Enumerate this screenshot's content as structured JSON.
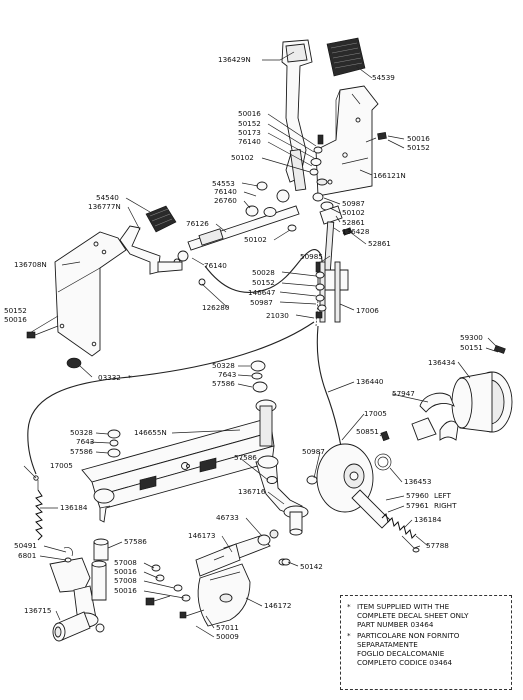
{
  "callouts": [
    {
      "id": "c136429N",
      "text": "136429N"
    },
    {
      "id": "c54539",
      "text": "54539"
    },
    {
      "id": "c50016a",
      "text": "50016"
    },
    {
      "id": "c50152a",
      "text": "50152"
    },
    {
      "id": "c50173",
      "text": "50173"
    },
    {
      "id": "c76140a",
      "text": "76140"
    },
    {
      "id": "c50102a",
      "text": "50102"
    },
    {
      "id": "c50016b",
      "text": "50016"
    },
    {
      "id": "c50152b",
      "text": "50152"
    },
    {
      "id": "c166121N",
      "text": "166121N"
    },
    {
      "id": "c54553",
      "text": "54553"
    },
    {
      "id": "c76140b",
      "text": "76140"
    },
    {
      "id": "c26760",
      "text": "26760"
    },
    {
      "id": "c54540",
      "text": "54540"
    },
    {
      "id": "c136777N",
      "text": "136777N"
    },
    {
      "id": "c76126",
      "text": "76126"
    },
    {
      "id": "c50987a",
      "text": "50987"
    },
    {
      "id": "c50102b",
      "text": "50102"
    },
    {
      "id": "c52861a",
      "text": "52861"
    },
    {
      "id": "c136428",
      "text": "136428"
    },
    {
      "id": "c52861b",
      "text": "52861"
    },
    {
      "id": "c50102c",
      "text": "50102"
    },
    {
      "id": "c136708N",
      "text": "136708N"
    },
    {
      "id": "c76140c",
      "text": "76140"
    },
    {
      "id": "c50985",
      "text": "50985"
    },
    {
      "id": "c50028",
      "text": "50028"
    },
    {
      "id": "c50152c",
      "text": "50152"
    },
    {
      "id": "c146647",
      "text": "146647"
    },
    {
      "id": "c50987b",
      "text": "50987"
    },
    {
      "id": "c126280",
      "text": "126280"
    },
    {
      "id": "c17006",
      "text": "17006"
    },
    {
      "id": "c21030",
      "text": "21030"
    },
    {
      "id": "c50152d",
      "text": "50152"
    },
    {
      "id": "c50016c",
      "text": "50016"
    },
    {
      "id": "c03332",
      "text": "03332"
    },
    {
      "id": "c59300",
      "text": "59300"
    },
    {
      "id": "c50151",
      "text": "50151"
    },
    {
      "id": "c136434",
      "text": "136434"
    },
    {
      "id": "c50328a",
      "text": "50328"
    },
    {
      "id": "c7643a",
      "text": "7643"
    },
    {
      "id": "c57586a",
      "text": "57586"
    },
    {
      "id": "c136440",
      "text": "136440"
    },
    {
      "id": "c57947",
      "text": "57947"
    },
    {
      "id": "c17005a",
      "text": "17005"
    },
    {
      "id": "c50328b",
      "text": "50328"
    },
    {
      "id": "c7643b",
      "text": "7643"
    },
    {
      "id": "c57586b",
      "text": "57586"
    },
    {
      "id": "c146655N",
      "text": "146655N"
    },
    {
      "id": "c50851",
      "text": "50851"
    },
    {
      "id": "c17005b",
      "text": "17005"
    },
    {
      "id": "c57586c",
      "text": "57586"
    },
    {
      "id": "c50987c",
      "text": "50987"
    },
    {
      "id": "c136453",
      "text": "136453"
    },
    {
      "id": "c136716",
      "text": "136716"
    },
    {
      "id": "c57960",
      "text": "57960"
    },
    {
      "id": "c57961",
      "text": "57961"
    },
    {
      "id": "c136184a",
      "text": "136184"
    },
    {
      "id": "c46733",
      "text": "46733"
    },
    {
      "id": "c136184b",
      "text": "136184"
    },
    {
      "id": "c146173",
      "text": "146173"
    },
    {
      "id": "c57788",
      "text": "57788"
    },
    {
      "id": "c50491",
      "text": "50491"
    },
    {
      "id": "c6801",
      "text": "6801"
    },
    {
      "id": "c57586d",
      "text": "57586"
    },
    {
      "id": "c50142",
      "text": "50142"
    },
    {
      "id": "c57008a",
      "text": "57008"
    },
    {
      "id": "c50016d",
      "text": "50016"
    },
    {
      "id": "c57008b",
      "text": "57008"
    },
    {
      "id": "c50016e",
      "text": "50016"
    },
    {
      "id": "c146172",
      "text": "146172"
    },
    {
      "id": "c136715",
      "text": "136715"
    },
    {
      "id": "c57011",
      "text": "57011"
    },
    {
      "id": "c50009",
      "text": "50009"
    }
  ],
  "side_labels": {
    "left": "LEFT",
    "right": "RIGHT"
  },
  "marker_star": "*",
  "note": {
    "bullet": "*",
    "lines": [
      "ITEM SUPPLIED WITH THE\nCOMPLETE DECAL SHEET ONLY\nPART NUMBER 03464",
      "PARTICOLARE NON FORNITO\nSEPARATAMENTE\nFOGLIO DECALCOMANIE\nCOMPLETO CODICE 03464"
    ]
  }
}
